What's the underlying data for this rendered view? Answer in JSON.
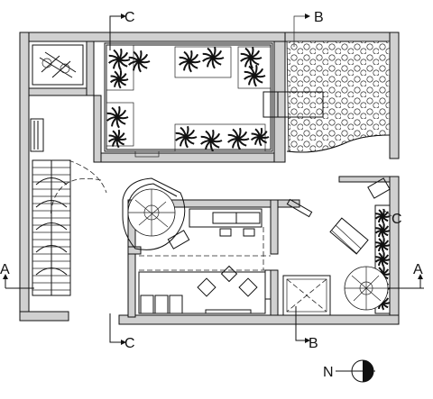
{
  "section_markers": {
    "c_top": "C",
    "b_top": "B",
    "a_left": "A",
    "a_right": "A",
    "c_bottom": "C",
    "b_bottom": "B",
    "c_right": "C"
  },
  "north_label": "N"
}
